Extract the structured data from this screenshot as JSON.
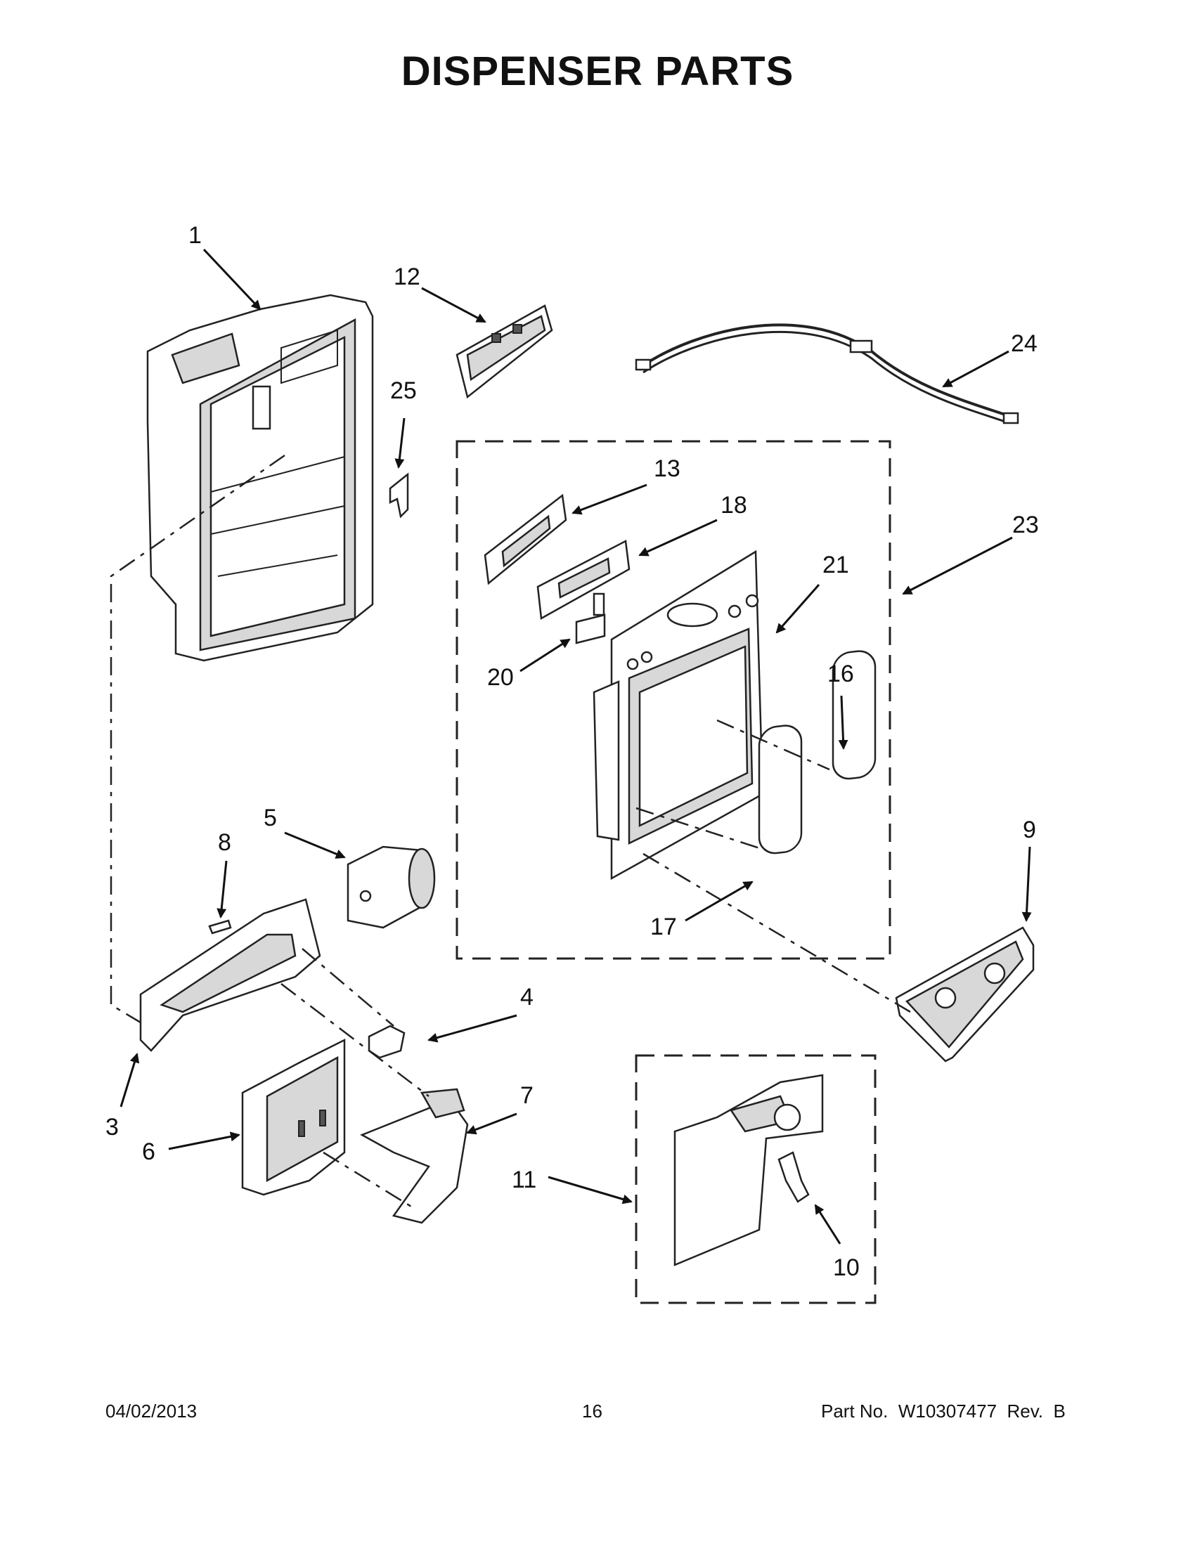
{
  "title": "DISPENSER PARTS",
  "footer": {
    "date": "04/02/2013",
    "page": "16",
    "part_no": "Part No.  W10307477  Rev.  B"
  },
  "callouts": [
    "1",
    "12",
    "25",
    "24",
    "13",
    "18",
    "23",
    "21",
    "20",
    "16",
    "5",
    "8",
    "9",
    "17",
    "4",
    "7",
    "3",
    "6",
    "11",
    "10"
  ]
}
